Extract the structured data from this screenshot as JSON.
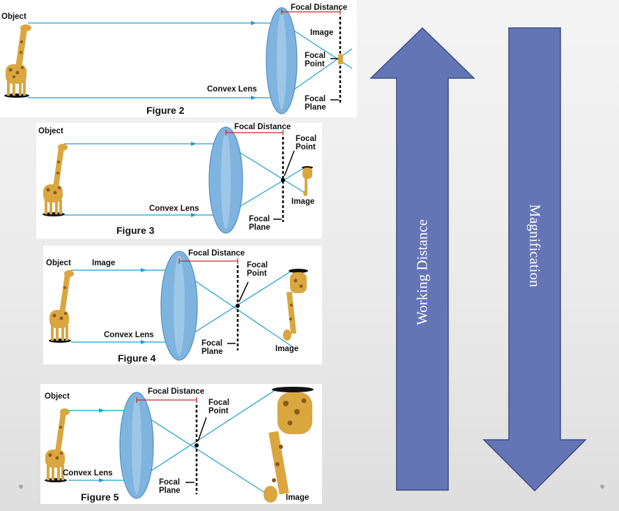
{
  "figures": [
    {
      "caption": "Figure 2",
      "object": "Object",
      "convex_lens": "Convex Lens",
      "focal_distance": "Focal Distance",
      "image": "Image",
      "focal_point": [
        "Focal",
        "Point"
      ],
      "focal_plane": [
        "Focal",
        "Plane"
      ]
    },
    {
      "caption": "Figure 3",
      "object": "Object",
      "convex_lens": "Convex Lens",
      "focal_distance": "Focal Distance",
      "image": "Image",
      "focal_point": [
        "Focal",
        "Point"
      ],
      "focal_plane": [
        "Focal",
        "Plane"
      ]
    },
    {
      "caption": "Figure 4",
      "object": "Object",
      "object_image_label": "Image",
      "convex_lens": "Convex Lens",
      "focal_distance": "Focal Distance",
      "image": "Image",
      "focal_point": [
        "Focal",
        "Point"
      ],
      "focal_plane": [
        "Focal",
        "Plane"
      ]
    },
    {
      "caption": "Figure 5",
      "object": "Object",
      "convex_lens": "Convex Lens",
      "focal_distance": "Focal Distance",
      "image": "Image",
      "focal_point": [
        "Focal",
        "Point"
      ],
      "focal_plane": [
        "Focal",
        "Plane"
      ]
    }
  ],
  "arrows": {
    "working_distance": "Working Distance",
    "magnification": "Magnification",
    "color": "#6475b5",
    "border_color": "#3c4c86"
  },
  "colors": {
    "ray": "#1c9ed0",
    "lens": "#7fb4df",
    "lens_edge": "#4f8fc6",
    "focal_bracket": "#c0272d",
    "giraffe": "#d9a640",
    "giraffe_spots": "#8a5a1a"
  }
}
